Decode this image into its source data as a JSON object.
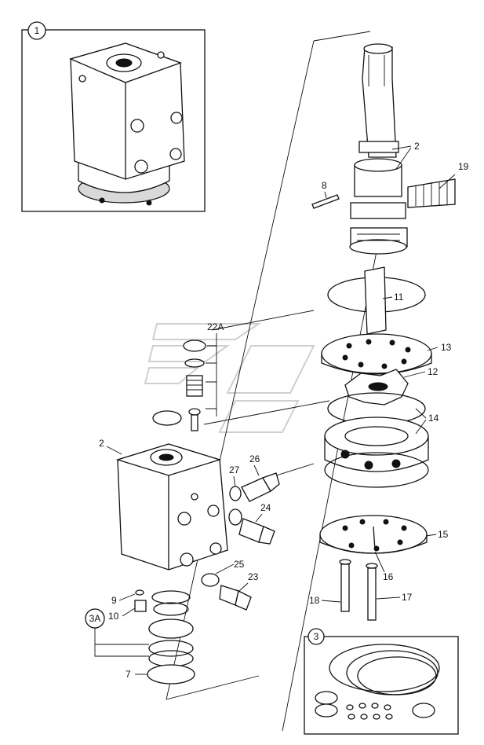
{
  "callouts": {
    "c1": "1",
    "c2a": "2",
    "c2b": "2",
    "c3": "3",
    "c3a": "3A",
    "c7": "7",
    "c8": "8",
    "c9": "9",
    "c10": "10",
    "c11": "11",
    "c12": "12",
    "c13": "13",
    "c14": "14",
    "c15": "15",
    "c16": "16",
    "c17": "17",
    "c18": "18",
    "c19": "19",
    "c22a": "22A",
    "c23": "23",
    "c24": "24",
    "c25": "25",
    "c26": "26",
    "c27": "27"
  }
}
